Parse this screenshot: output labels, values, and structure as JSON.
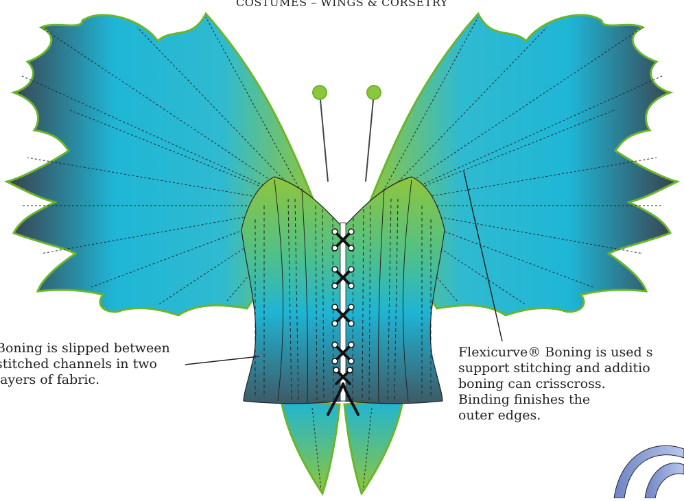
{
  "header": {
    "title": "COSTUMES – WINGS & CORSETRY"
  },
  "notes": {
    "left": {
      "line1": "Boning is slipped between",
      "line2": "stitched channels in two",
      "line3": "layers of fabric."
    },
    "right": {
      "line1": "Flexicurve® Boning is used s",
      "line2": "support stitching and additio",
      "line3": "boning can crisscross.",
      "line4": "Binding finishes the",
      "line5": "outer edges."
    }
  },
  "colors": {
    "wing_green": "#8cc63f",
    "wing_cyan": "#1fb8d8",
    "wing_dark": "#3a3f4a",
    "outline_green": "#6bb52c",
    "lacing": "#111111",
    "boning_sample": "#8fa3d6"
  }
}
